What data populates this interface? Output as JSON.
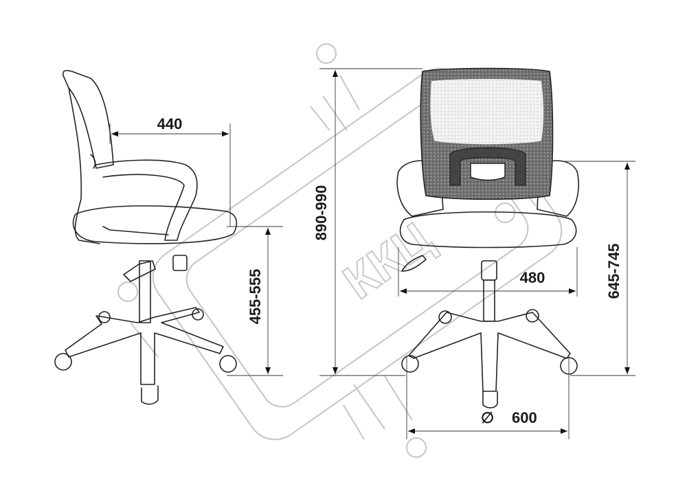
{
  "title": "Office chair dimensions",
  "watermark": "ККЦ",
  "dimensions": {
    "seat_depth": "440",
    "seat_height": "455-555",
    "total_height": "890-990",
    "seat_width": "480",
    "armrest_height": "645-745",
    "base_diameter_symbol": "∅",
    "base_diameter": "600"
  },
  "colors": {
    "line": "#222222",
    "mesh": "#5a5a5a",
    "watermark": "#c9c9c9"
  }
}
